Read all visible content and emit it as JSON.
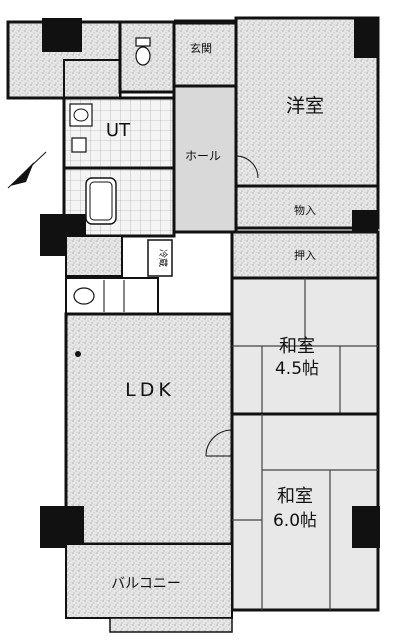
{
  "floorplan": {
    "rooms": {
      "genkan": "玄関",
      "western_room": "洋室",
      "ut": "UT",
      "hall": "ホール",
      "storage_mono": "物入",
      "oshiire": "押入",
      "washitsu_1_name": "和室",
      "washitsu_1_size": "4.5帖",
      "ldk": "LDK",
      "washitsu_2_name": "和室",
      "washitsu_2_size": "6.0帖",
      "balcony": "バルコニー",
      "refrigerator": "冷蔵"
    },
    "colors": {
      "wall": "#111111",
      "floor_texture": "#cfcfcf",
      "tatami_line": "#444444",
      "background": "#ffffff"
    },
    "icons": {
      "north_arrow": "north-arrow-icon"
    }
  }
}
